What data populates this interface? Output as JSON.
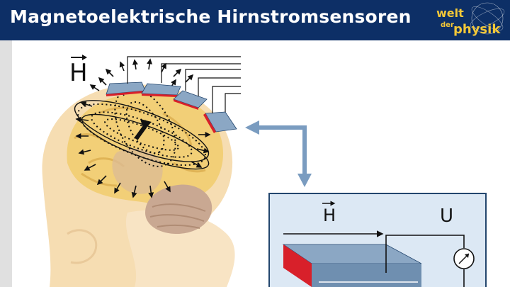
{
  "header": {
    "title": "Magnetoelektrische Hirnstromsensoren",
    "logo": {
      "line1": "welt",
      "line2": "der",
      "line3": "physik"
    }
  },
  "diagram": {
    "field_label_main": "H",
    "field_label_inset": "H",
    "voltage_label": "U"
  },
  "colors": {
    "header_bg": "#0d2f66",
    "sensor_fill": "#8ba7c4",
    "sensor_edge": "#d8202a",
    "connector_arrow": "#7a9cc0",
    "inset_bg": "#dce8f4",
    "inset_border": "#23466e",
    "brain_yellow": "#f2cf77",
    "cerebellum": "#c9a892"
  }
}
